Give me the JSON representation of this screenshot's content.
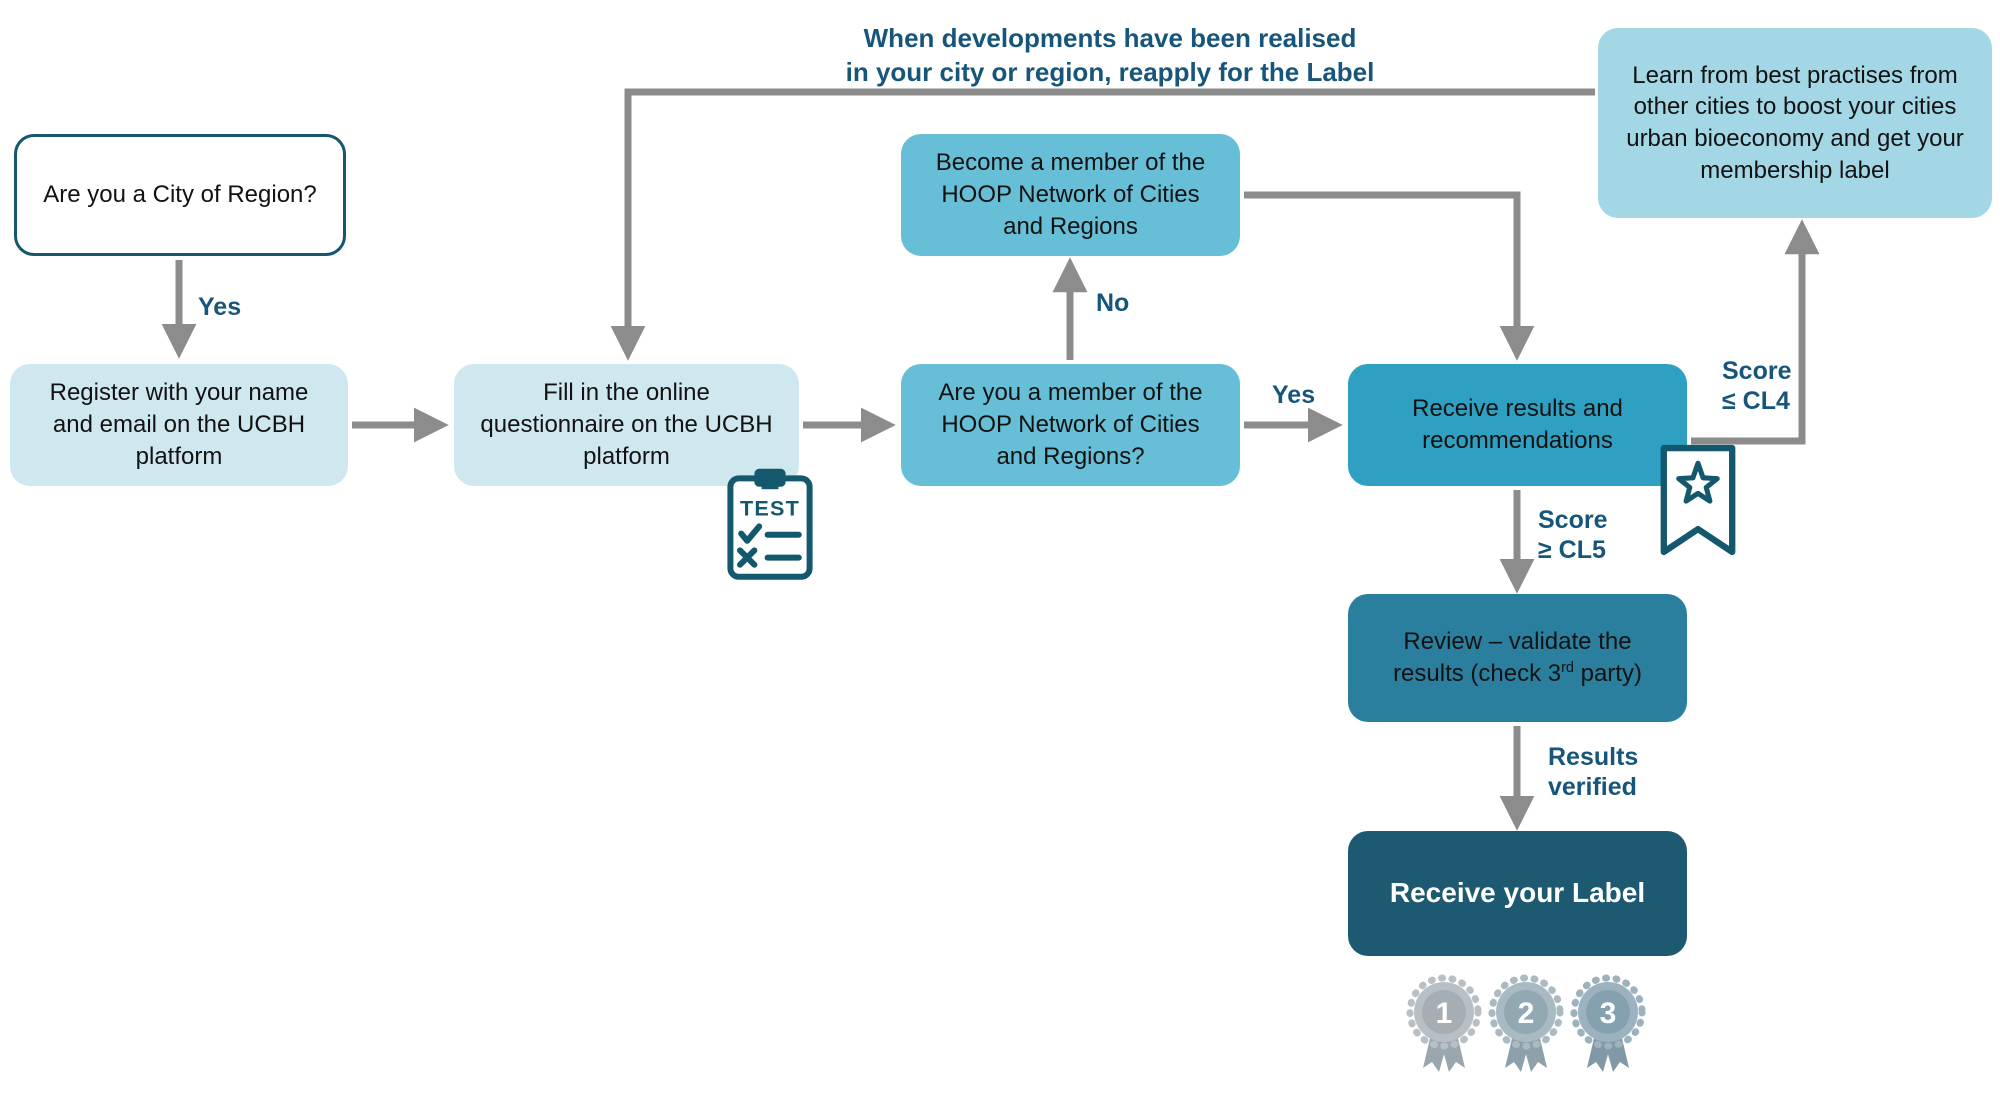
{
  "diagram": {
    "note": {
      "line1": "When developments have been realised",
      "line2": "in your city or region, reapply for the Label"
    },
    "nodes": {
      "city_question": "Are you a City of Region?",
      "register": "Register with your name and email on the UCBH platform",
      "questionnaire": "Fill in the online questionnaire on the UCBH platform",
      "member_question": "Are you a member of the HOOP Network of Cities and Regions?",
      "become_member": "Become a member of the HOOP Network of Cities and Regions",
      "receive_results": "Receive results and recommendations",
      "review_before": "Review – validate the results (check 3",
      "review_sup": "rd",
      "review_after": " party)",
      "receive_label": "Receive your Label",
      "learn": "Learn from best practises from other cities to boost your cities urban bioeconomy and get your membership label"
    },
    "edge_labels": {
      "yes_city": "Yes",
      "no_member": "No",
      "yes_member": "Yes",
      "score_high_1": "Score",
      "score_high_2": "≥ CL5",
      "verified_1": "Results",
      "verified_2": "verified",
      "score_low_1": "Score",
      "score_low_2": "≤ CL4"
    },
    "icons": {
      "test_clipboard": {
        "label": "TEST"
      },
      "medals": [
        {
          "number": "1",
          "outer": "#b9c0c5",
          "inner": "#a5aeb4",
          "ribbon": "#9aa7ae"
        },
        {
          "number": "2",
          "outer": "#a9bac3",
          "inner": "#92a8b3",
          "ribbon": "#8da0ab"
        },
        {
          "number": "3",
          "outer": "#9cb3bf",
          "inner": "#84a1b0",
          "ribbon": "#8199a7"
        }
      ]
    },
    "colors": {
      "dark_teal": "#14586e",
      "note_text": "#17567a",
      "arrow_gray": "#8c8c8c",
      "box_light": "#cfe8f0",
      "box_medium": "#66bfd6",
      "box_strong": "#2f9fc2",
      "box_review": "#2b7f9e",
      "box_final": "#1d5a72",
      "box_learn": "#a3d7e5"
    }
  }
}
